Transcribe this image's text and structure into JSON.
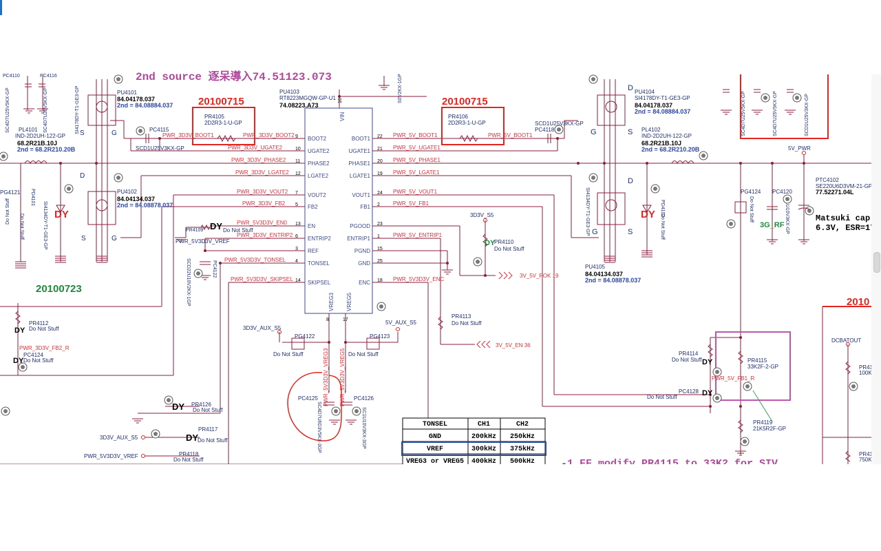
{
  "headings": {
    "second_source": "2nd source 逐呆導入74.51123.073",
    "date_left": "20100715",
    "date_right": "20100715",
    "date_bottom_left": "20100723",
    "date_right_edge": "2010",
    "note_bottom": "-1 FF modify PR4115 to 33K2 for SIV",
    "matsuki_line1": "Matsuki cap",
    "matsuki_line2": "6.3V, ESR=17"
  },
  "ic": {
    "ref": "PU4103",
    "part": "RT8223MGQW-GP-U1",
    "code": "74.08223.A73",
    "vin_label": "VIN",
    "vin_pin": "16",
    "left_pins": [
      {
        "name": "BOOT2",
        "num": "9"
      },
      {
        "name": "UGATE2",
        "num": "10"
      },
      {
        "name": "PHASE2",
        "num": "11"
      },
      {
        "name": "LGATE2",
        "num": "12"
      },
      {
        "name": "VOUT2",
        "num": "7"
      },
      {
        "name": "FB2",
        "num": "5"
      },
      {
        "name": "EN",
        "num": "13"
      },
      {
        "name": "ENTRIP2",
        "num": "6"
      },
      {
        "name": "REF",
        "num": "3"
      },
      {
        "name": "TONSEL",
        "num": "4"
      },
      {
        "name": "SKIPSEL",
        "num": "14"
      }
    ],
    "right_pins": [
      {
        "name": "BOOT1",
        "num": "22"
      },
      {
        "name": "UGATE1",
        "num": "21"
      },
      {
        "name": "PHASE1",
        "num": "20"
      },
      {
        "name": "LGATE1",
        "num": "19"
      },
      {
        "name": "VOUT1",
        "num": "24"
      },
      {
        "name": "FB1",
        "num": "2"
      },
      {
        "name": "PGOOD",
        "num": "23"
      },
      {
        "name": "ENTRIP1",
        "num": "1"
      },
      {
        "name": "PGND",
        "num": "15"
      },
      {
        "name": "GND",
        "num": "25"
      },
      {
        "name": "ENC",
        "num": "18"
      }
    ],
    "bottom_pins": [
      {
        "name": "VREG3",
        "num": "8"
      },
      {
        "name": "VREG5",
        "num": "17"
      }
    ]
  },
  "nets": {
    "left": [
      "PWR_3D3V_BOOT1",
      "PWR_3D3V_UGATE2",
      "PWR_3D3V_PHASE2",
      "PWR_3D3V_LGATE2",
      "PWR_3D3V_VOUT2",
      "PWR_3D3V_FB2",
      "PWR_5V3D3V_EN0",
      "PWR_3D3V_ENTRIP2",
      "PWR_5V3D3V_TONSEL",
      "PWR_5V3D3V_SKIPSEL",
      "PWR_5V3D3V_VREF",
      "PWR_3D3V_FB2_R",
      "PWR_3D3V_BOOT2"
    ],
    "right": [
      "PWR_5V_BOOT1",
      "PWR_5V_UGATE1",
      "PWR_5V_PHASE1",
      "PWR_5V_LGATE1",
      "PWR_5V_VOUT1",
      "PWR_5V_FB1",
      "PWR_5V_ENTRIP1",
      "PWR_5V3D3V_ENC",
      "PWR_5V_FB1_R",
      "PWR_5V_BOOT1"
    ],
    "bottom": [
      "PWR_5V3D3V_VREG3",
      "PWR_5V3D3V_VREG5"
    ],
    "offpage": [
      "3V_5V_POK 19",
      "3V_5V_EN 36"
    ],
    "power": [
      "3D3V_S5",
      "3D3V_AUX_S5",
      "5V_AUX_S5",
      "5V_PWR",
      "DCBATOUT",
      "3D3V_AUX_S5",
      "PWR_5V3D3V_VREF"
    ]
  },
  "parts": {
    "pu4101": {
      "ref": "PU4101",
      "pn": "84.04178.037",
      "alt": "2nd = 84.08884.037",
      "part": "SI4178DY-T1-GE3-GP"
    },
    "pu4102": {
      "ref": "PU4102",
      "pn": "84.04134.037",
      "alt": "2nd = 84.08878.037",
      "part": "SI4134DY-T1-GE3-GP"
    },
    "pu4104": {
      "ref": "PU4104",
      "part": "SI4178DY-T1-GE3-GP",
      "pn": "84.04178.037",
      "alt": "2nd = 84.08884.037"
    },
    "pu4105": {
      "ref": "PU4105",
      "pn": "84.04134.037",
      "alt": "2nd = 84.08878.037",
      "part": "SI4134DY-T1-GE3-GP"
    },
    "pl4101": {
      "ref": "PL4101",
      "part": "IND-2D2UH-122-GP",
      "pn": "68.2R21B.10J",
      "alt": "2nd = 68.2R210.20B"
    },
    "pl4102": {
      "ref": "PL4102",
      "part": "IND-2D2UH-122-GP",
      "pn": "68.2R21B.10J",
      "alt": "2nd = 68.2R210.20B"
    },
    "pr4105": {
      "ref": "PR4105",
      "part": "2D2R3-1-U-GP"
    },
    "pr4106": {
      "ref": "PR4106",
      "part": "2D2R3-1-U-GP"
    },
    "pc4115": {
      "ref": "PC4115",
      "part": "SCD1U25V3KX-GP"
    },
    "pc4118": {
      "ref": "PC4118",
      "part": "SCD1U25V3KX-GP"
    },
    "ptc4102": {
      "ref": "PTC4102",
      "part": "SE220U6D3VM-21-GP",
      "pn": "77.52271.04L"
    },
    "pr4115": {
      "ref": "PR4115",
      "part": "33K2F-2-GP"
    },
    "pr4119": {
      "ref": "PR4119",
      "part": "21K5R2F-GP"
    },
    "pr4110": {
      "ref": "PR4110"
    },
    "pr4113": {
      "ref": "PR4113"
    },
    "pr4114": {
      "ref": "PR4114"
    },
    "pc4128": {
      "ref": "PC4128"
    },
    "pr4109": {
      "ref": "PR4109"
    },
    "pc4122": {
      "ref": "PC4122",
      "part": "SCD22U10V2KX-1GP"
    },
    "pr4112": {
      "ref": "PR4112"
    },
    "pc4124": {
      "ref": "PC4124"
    },
    "pr4126": {
      "ref": "PR4126"
    },
    "pr4117": {
      "ref": "PR4117"
    },
    "pr4118": {
      "ref": "PR4118"
    },
    "pg4122": {
      "ref": "PG4122"
    },
    "pg4123": {
      "ref": "PG4123"
    },
    "pc4125": {
      "ref": "PC4125",
      "part": "SC4D7U6D3V5KX-3GP"
    },
    "pc4126": {
      "ref": "PC4126",
      "part": "SC1U10V3KX-3GP"
    },
    "pg4121": {
      "ref": "PG4121"
    },
    "pd4101": {
      "ref": "PD4101"
    },
    "pd4102": {
      "ref": "PD4102"
    },
    "pg4124": {
      "ref": "PG4124"
    },
    "pc4120": {
      "ref": "PC4120",
      "part": "SC1U10V3KX-GP"
    },
    "sc4d7_left": "SC4D7U25V5KX-GP",
    "sc4d7_right": "SC4D7U25V5KX-GP",
    "sc10_right": "SCD1U25V3KX-GP",
    "sc_top": "S0V2KX-1GP"
  },
  "annotations": {
    "dns": "Do Not Stuff",
    "dy": "DY",
    "rf": "3G_RF",
    "gp": "GP",
    "dns_vert": "Do Not Stuff"
  },
  "table": {
    "headers": [
      "TONSEL",
      "CH1",
      "CH2"
    ],
    "rows": [
      [
        "GND",
        "200kHz",
        "250kHz"
      ],
      [
        "VREF",
        "300kHz",
        "375kHz"
      ],
      [
        "VREG3 or VREG5",
        "400kHz",
        "500kHz"
      ]
    ],
    "highlight_row": "VREF"
  },
  "colors": {
    "wire": "#8a1c3c",
    "netlabel": "#e0303a",
    "part_text": "#1d2d72",
    "pn_text": "#000000",
    "alt_text": "#2c46a8",
    "annot_red": "#e2261f",
    "magenta": "#b0489c",
    "green": "#1f8a3c",
    "box_magenta": "#c055b0",
    "table_highlight": "#2f4fa0"
  }
}
